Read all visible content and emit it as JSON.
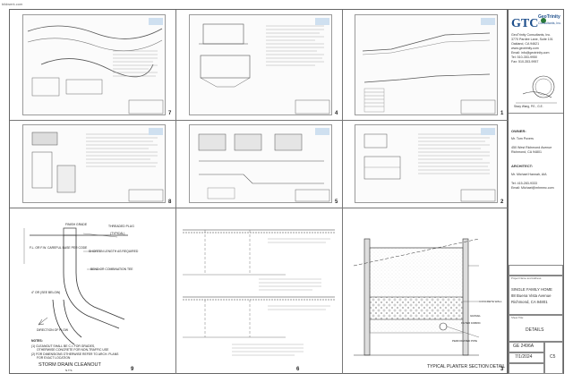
{
  "watermark": "bildwerk.com",
  "sheet_numbers": [
    "7",
    "4",
    "1",
    "8",
    "5",
    "2",
    "9",
    "6",
    "3"
  ],
  "drawing_9": {
    "finish_grade": "FINISH GRADE",
    "threaded_plug": "THREADED PLUG",
    "typical": "(TYPICAL)",
    "note_a": "F.L. OR F.W. CAREFUL BASE PER CODE",
    "note_b": "SHORTEN LENGTH AS REQUIRED",
    "note_c": "BEND OR COMBINATION TEE",
    "note_d": "4\" OR (SEE BELOW)",
    "direction": "DIRECTION OF FLOW",
    "notes_title": "NOTES:",
    "note_1": "(1) CLEANOUT SHALL BE C.I. FOR GRADES,",
    "note_1b": "OTHERWISE CONCRETE FOR NON-TRAFFIC USE",
    "note_2": "(2) FOR DIMENSIONS OTHERWISE REFER TO ARCH. PLANS",
    "note_2b": "FOR EXACT LOCATION",
    "title": "STORM DRAIN CLEANOUT",
    "scale": "N.T.S."
  },
  "drawing_3": {
    "title": "TYPICAL PLANTER SECTION DETAIL",
    "label_concrete": "CONCRETE WALL",
    "label_gravel": "GRAVEL",
    "label_filter": "FILTER FABRIC",
    "label_pipe": "PERFORATED PIPE"
  },
  "title_block": {
    "company_name_1": "GeoTrinity",
    "company_name_2": "Consultants, Inc.",
    "company_lines": [
      "GeoTrinity Consultants, Inc.",
      "3770 Pardee Lane, Suite 101",
      "Oakland, CA 94621",
      "www.geotrinity.com",
      "Email: info@geotrinity.com",
      "Tel:    510-353-9950",
      "Fax:    510-353-9957"
    ],
    "stamp_name": "Stacy Wang, P.E., G.E.",
    "owner_heading": "OWNER:",
    "owner_lines": [
      "Mr. Tom Povers",
      "",
      "450 West Richmond Avenue",
      "Richmond, CA 94801"
    ],
    "architect_heading": "ARCHITECT:",
    "architect_lines": [
      "Mr. Michael Hannah, AIA",
      "",
      "Tel: 415-283-9333",
      "Email: Michael@mhmmc.com"
    ],
    "project_label": "Project Name and Address:",
    "project_lines": [
      "SINGLE FAMILY HOME",
      "88 Buena Vista Avenue",
      "Richmond, CA 94801"
    ],
    "sheet_title_label": "Sheet Title:",
    "sheet_title": "DETAILS",
    "project_no": "GE 2496A",
    "date": "7/1/2024",
    "sheet_no": "C5"
  }
}
